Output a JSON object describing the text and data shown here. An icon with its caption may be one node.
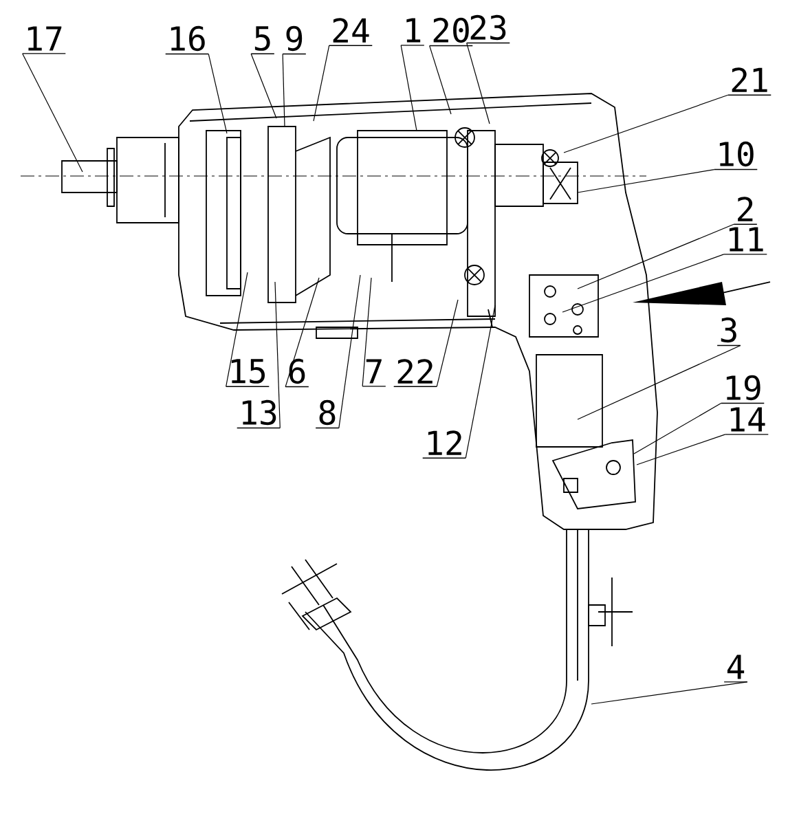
{
  "diagram": {
    "nodes": [
      {
        "text": [
          "17"
        ]
      },
      {
        "text": [
          "16"
        ]
      },
      {
        "text": [
          "5"
        ]
      },
      {
        "text": [
          "9"
        ]
      },
      {
        "text": [
          "24"
        ]
      },
      {
        "text": [
          "1"
        ]
      },
      {
        "text": [
          "20"
        ]
      },
      {
        "text": [
          "23"
        ]
      },
      {
        "text": [
          "21"
        ]
      },
      {
        "text": [
          "10"
        ]
      },
      {
        "text": [
          "2"
        ]
      },
      {
        "text": [
          "11"
        ]
      },
      {
        "text": [
          "15"
        ]
      },
      {
        "text": [
          "6"
        ]
      },
      {
        "text": [
          "7"
        ]
      },
      {
        "text": [
          "22"
        ]
      },
      {
        "text": [
          "13"
        ]
      },
      {
        "text": [
          "8"
        ]
      },
      {
        "text": [
          "12"
        ]
      },
      {
        "text": [
          "3"
        ]
      },
      {
        "text": [
          "19"
        ]
      },
      {
        "text": [
          "14"
        ]
      },
      {
        "text": [
          "4"
        ]
      }
    ],
    "edges": [
      {
        "from": 0,
        "to": null,
        "arrow": "none"
      },
      {
        "from": 1,
        "to": null,
        "arrow": "none"
      },
      {
        "from": 2,
        "to": null,
        "arrow": "none"
      },
      {
        "from": 3,
        "to": null,
        "arrow": "none"
      },
      {
        "from": 4,
        "to": null,
        "arrow": "none"
      },
      {
        "from": 5,
        "to": null,
        "arrow": "none"
      },
      {
        "from": 6,
        "to": null,
        "arrow": "none"
      },
      {
        "from": 7,
        "to": null,
        "arrow": "none"
      },
      {
        "from": 8,
        "to": null,
        "arrow": "none"
      },
      {
        "from": 9,
        "to": null,
        "arrow": "none"
      },
      {
        "from": 10,
        "to": null,
        "arrow": "none"
      },
      {
        "from": 11,
        "to": null,
        "arrow": "none"
      },
      {
        "from": 12,
        "to": null,
        "arrow": "none"
      },
      {
        "from": 13,
        "to": null,
        "arrow": "none"
      },
      {
        "from": 14,
        "to": null,
        "arrow": "none"
      },
      {
        "from": 15,
        "to": null,
        "arrow": "none"
      },
      {
        "from": 16,
        "to": null,
        "arrow": "none"
      },
      {
        "from": 17,
        "to": null,
        "arrow": "none"
      },
      {
        "from": 18,
        "to": null,
        "arrow": "none"
      },
      {
        "from": 19,
        "to": null,
        "arrow": "none"
      },
      {
        "from": 20,
        "to": null,
        "arrow": "none"
      },
      {
        "from": 21,
        "to": null,
        "arrow": "none"
      },
      {
        "from": 22,
        "to": null,
        "arrow": "none"
      }
    ]
  }
}
